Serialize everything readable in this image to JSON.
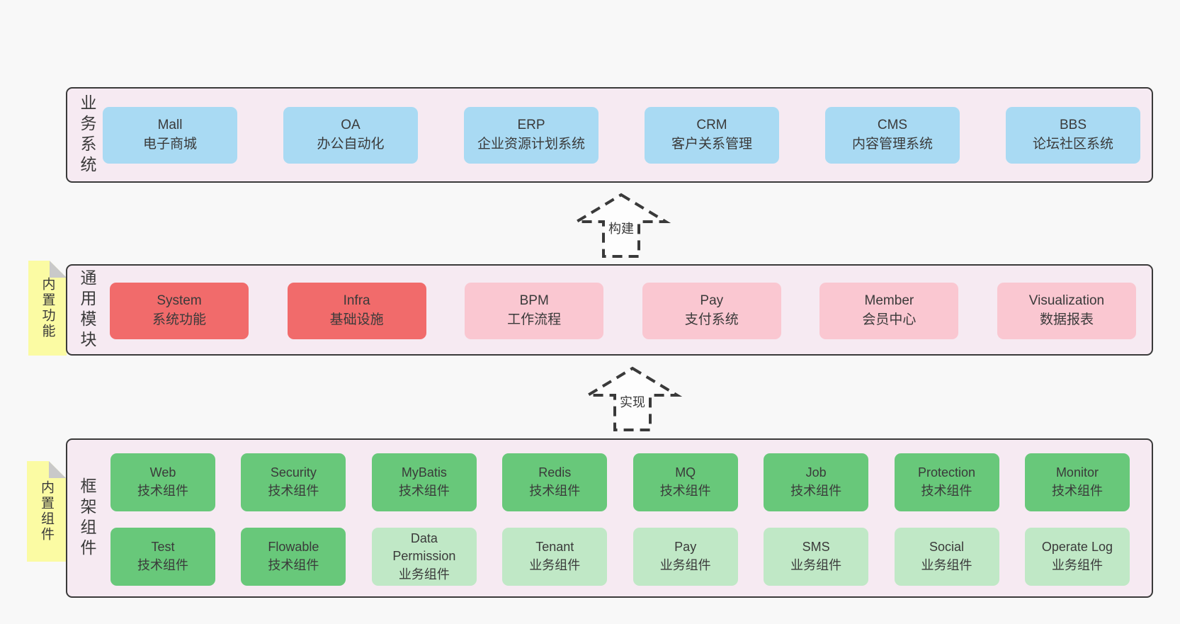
{
  "colors": {
    "page_bg": "#f8f8f8",
    "band_bg": "#f6eaf2",
    "border": "#3a3a3a",
    "text": "#3a3a3a",
    "blue": "#a9daf3",
    "red": "#f16b6b",
    "pink": "#fac7d1",
    "green": "#68c87a",
    "light_green": "#c0e8c6",
    "sticky": "#fbfba3",
    "sticky_fold": "#c9c9c9",
    "arrow_fill": "#fdfdfd"
  },
  "stickies": [
    {
      "label": "内置功能"
    },
    {
      "label": "内置组件"
    }
  ],
  "arrows": [
    {
      "label": "构建"
    },
    {
      "label": "实现"
    }
  ],
  "bands": [
    {
      "label": "业务系统",
      "boxes": [
        {
          "en": "Mall",
          "zh": "电子商城",
          "type": "blue"
        },
        {
          "en": "OA",
          "zh": "办公自动化",
          "type": "blue"
        },
        {
          "en": "ERP",
          "zh": "企业资源计划系统",
          "type": "blue"
        },
        {
          "en": "CRM",
          "zh": "客户关系管理",
          "type": "blue"
        },
        {
          "en": "CMS",
          "zh": "内容管理系统",
          "type": "blue"
        },
        {
          "en": "BBS",
          "zh": "论坛社区系统",
          "type": "blue"
        }
      ]
    },
    {
      "label": "通用模块",
      "boxes": [
        {
          "en": "System",
          "zh": "系统功能",
          "type": "red"
        },
        {
          "en": "Infra",
          "zh": "基础设施",
          "type": "red"
        },
        {
          "en": "BPM",
          "zh": "工作流程",
          "type": "pink"
        },
        {
          "en": "Pay",
          "zh": "支付系统",
          "type": "pink"
        },
        {
          "en": "Member",
          "zh": "会员中心",
          "type": "pink"
        },
        {
          "en": "Visualization",
          "zh": "数据报表",
          "type": "pink"
        }
      ]
    },
    {
      "label": "框架组件",
      "rows": [
        [
          {
            "en": "Web",
            "zh": "技术组件",
            "type": "green"
          },
          {
            "en": "Security",
            "zh": "技术组件",
            "type": "green"
          },
          {
            "en": "MyBatis",
            "zh": "技术组件",
            "type": "green"
          },
          {
            "en": "Redis",
            "zh": "技术组件",
            "type": "green"
          },
          {
            "en": "MQ",
            "zh": "技术组件",
            "type": "green"
          },
          {
            "en": "Job",
            "zh": "技术组件",
            "type": "green"
          },
          {
            "en": "Protection",
            "zh": "技术组件",
            "type": "green"
          },
          {
            "en": "Monitor",
            "zh": "技术组件",
            "type": "green"
          }
        ],
        [
          {
            "en": "Test",
            "zh": "技术组件",
            "type": "green"
          },
          {
            "en": "Flowable",
            "zh": "技术组件",
            "type": "green"
          },
          {
            "en": "Data Permission",
            "zh": "业务组件",
            "type": "light_green"
          },
          {
            "en": "Tenant",
            "zh": "业务组件",
            "type": "light_green"
          },
          {
            "en": "Pay",
            "zh": "业务组件",
            "type": "light_green"
          },
          {
            "en": "SMS",
            "zh": "业务组件",
            "type": "light_green"
          },
          {
            "en": "Social",
            "zh": "业务组件",
            "type": "light_green"
          },
          {
            "en": "Operate Log",
            "zh": "业务组件",
            "type": "light_green"
          }
        ]
      ]
    }
  ]
}
